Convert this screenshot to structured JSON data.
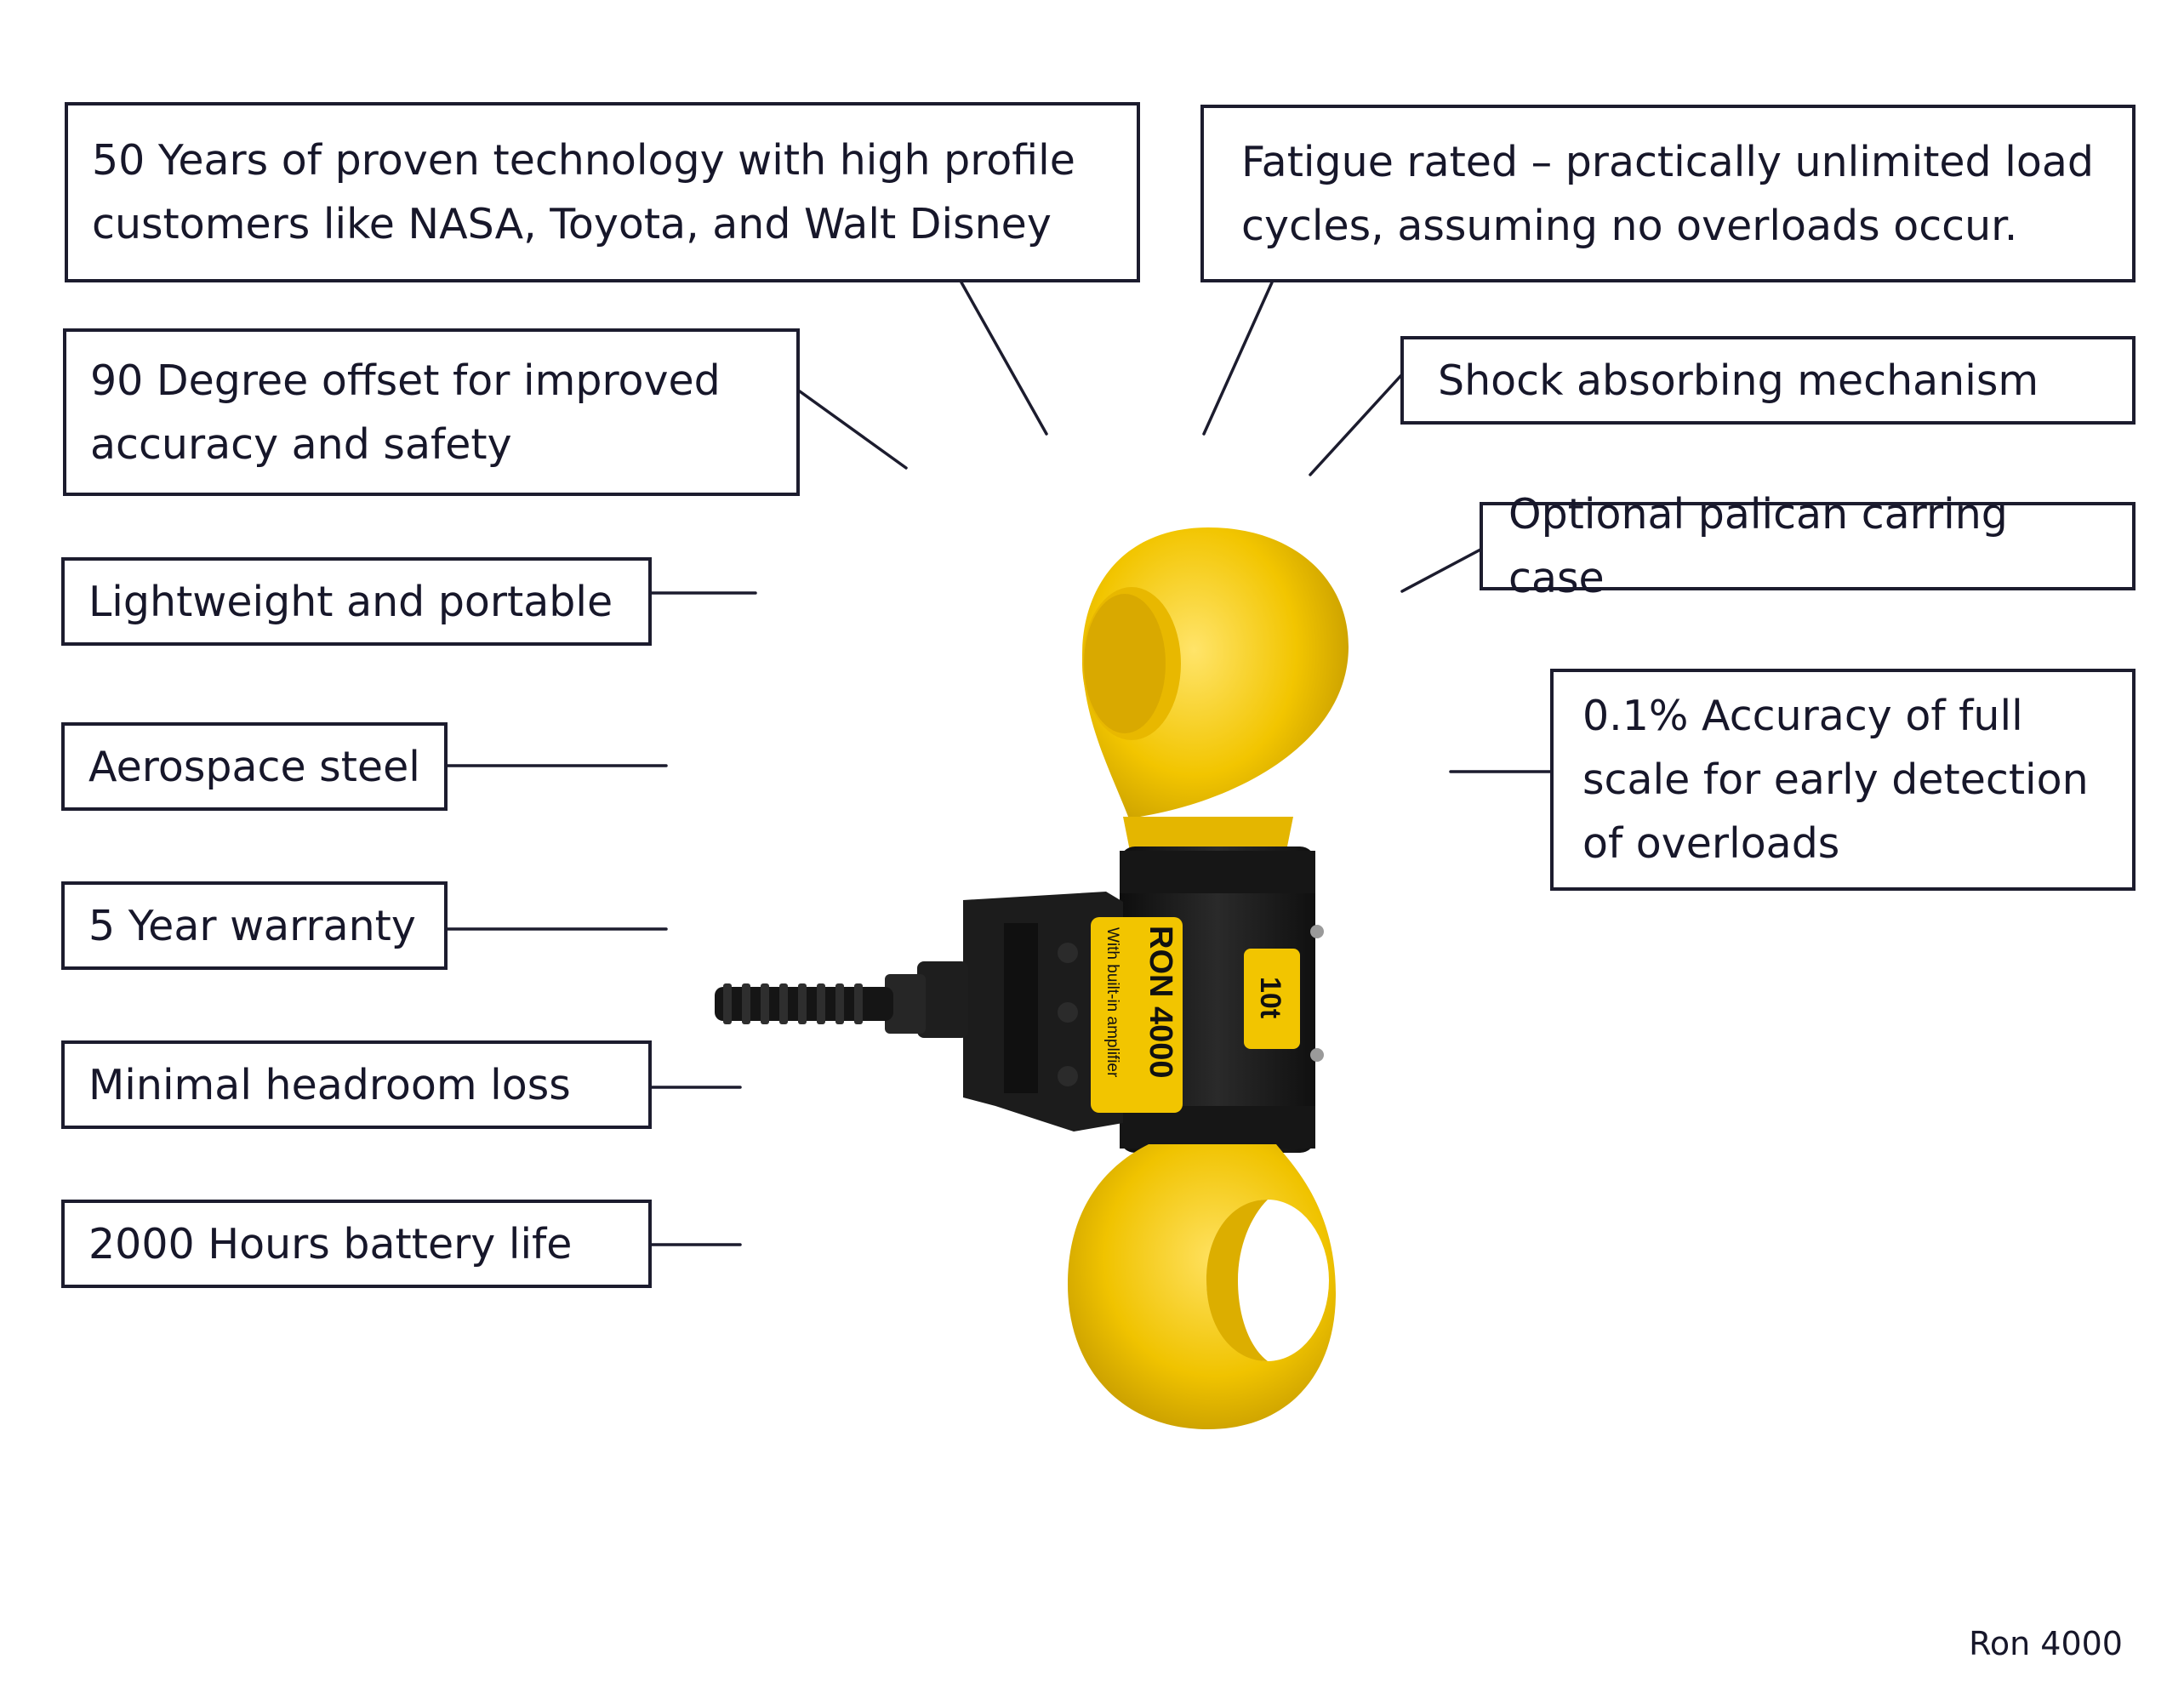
{
  "features": {
    "proven_tech": "50 Years of proven technology with high profile\ncustomers like NASA, Toyota, and Walt Disney",
    "fatigue": "Fatigue rated – practically unlimited load\ncycles, assuming no overloads occur.",
    "offset": "90 Degree offset for improved\naccuracy and safety",
    "shock": "Shock absorbing mechanism",
    "lightweight": "Lightweight and portable",
    "case": "Optional palican carring case",
    "steel": "Aerospace steel",
    "accuracy": "0.1% Accuracy of full\nscale for early detection\nof overloads",
    "warranty": "5 Year warranty",
    "headroom": "Minimal headroom loss",
    "battery": "2000 Hours battery life"
  },
  "device": {
    "label_model": "RON 4000",
    "label_sub": "With built-in amplifier",
    "label_capacity": "10t"
  },
  "colors": {
    "yellow": "#f2c500",
    "yellow_dark": "#c99e00",
    "housing": "#1b1b1b",
    "border": "#1c1c2e"
  },
  "caption": "Ron 4000"
}
